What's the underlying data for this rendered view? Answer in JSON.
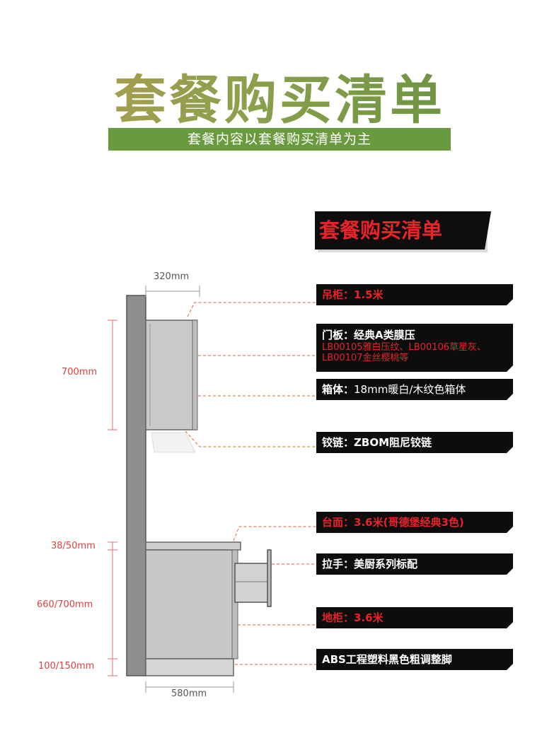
{
  "header": {
    "title": "套餐购买清单",
    "banner": "套餐内容以套餐购买清单为主"
  },
  "section_title": "套餐购买清单",
  "dimensions": {
    "wall_depth": "320mm",
    "wall_height": "700mm",
    "counter_thickness": "38/50mm",
    "base_height": "660/700mm",
    "plinth_height": "100/150mm",
    "base_depth": "580mm"
  },
  "labels": {
    "wall_cabinet": {
      "key": "吊柜：",
      "value": "1.5米"
    },
    "door_panel": {
      "key": "门板：经典A类膜压",
      "detail": "LB00105雅白压纹、LB00106草星灰、LB00107金丝樱桃等"
    },
    "carcass": {
      "key": "箱体：",
      "value": "18mm暖白/木纹色箱体"
    },
    "hinge": {
      "key": "铰链：",
      "value": "ZBOM阻尼铰链"
    },
    "countertop": {
      "key": "台面：",
      "value": "3.6米(哥德堡经典3色)"
    },
    "handle": {
      "key": "拉手：",
      "value": "美厨系列标配"
    },
    "base_cabinet": {
      "key": "地柜：",
      "value": "3.6米"
    },
    "feet": {
      "key": "ABS工程塑料黑色粗调整脚"
    }
  },
  "colors": {
    "accent_red": "#e8242a",
    "banner_green": "#6a9a3e",
    "tag_black": "#0d0d0d"
  }
}
